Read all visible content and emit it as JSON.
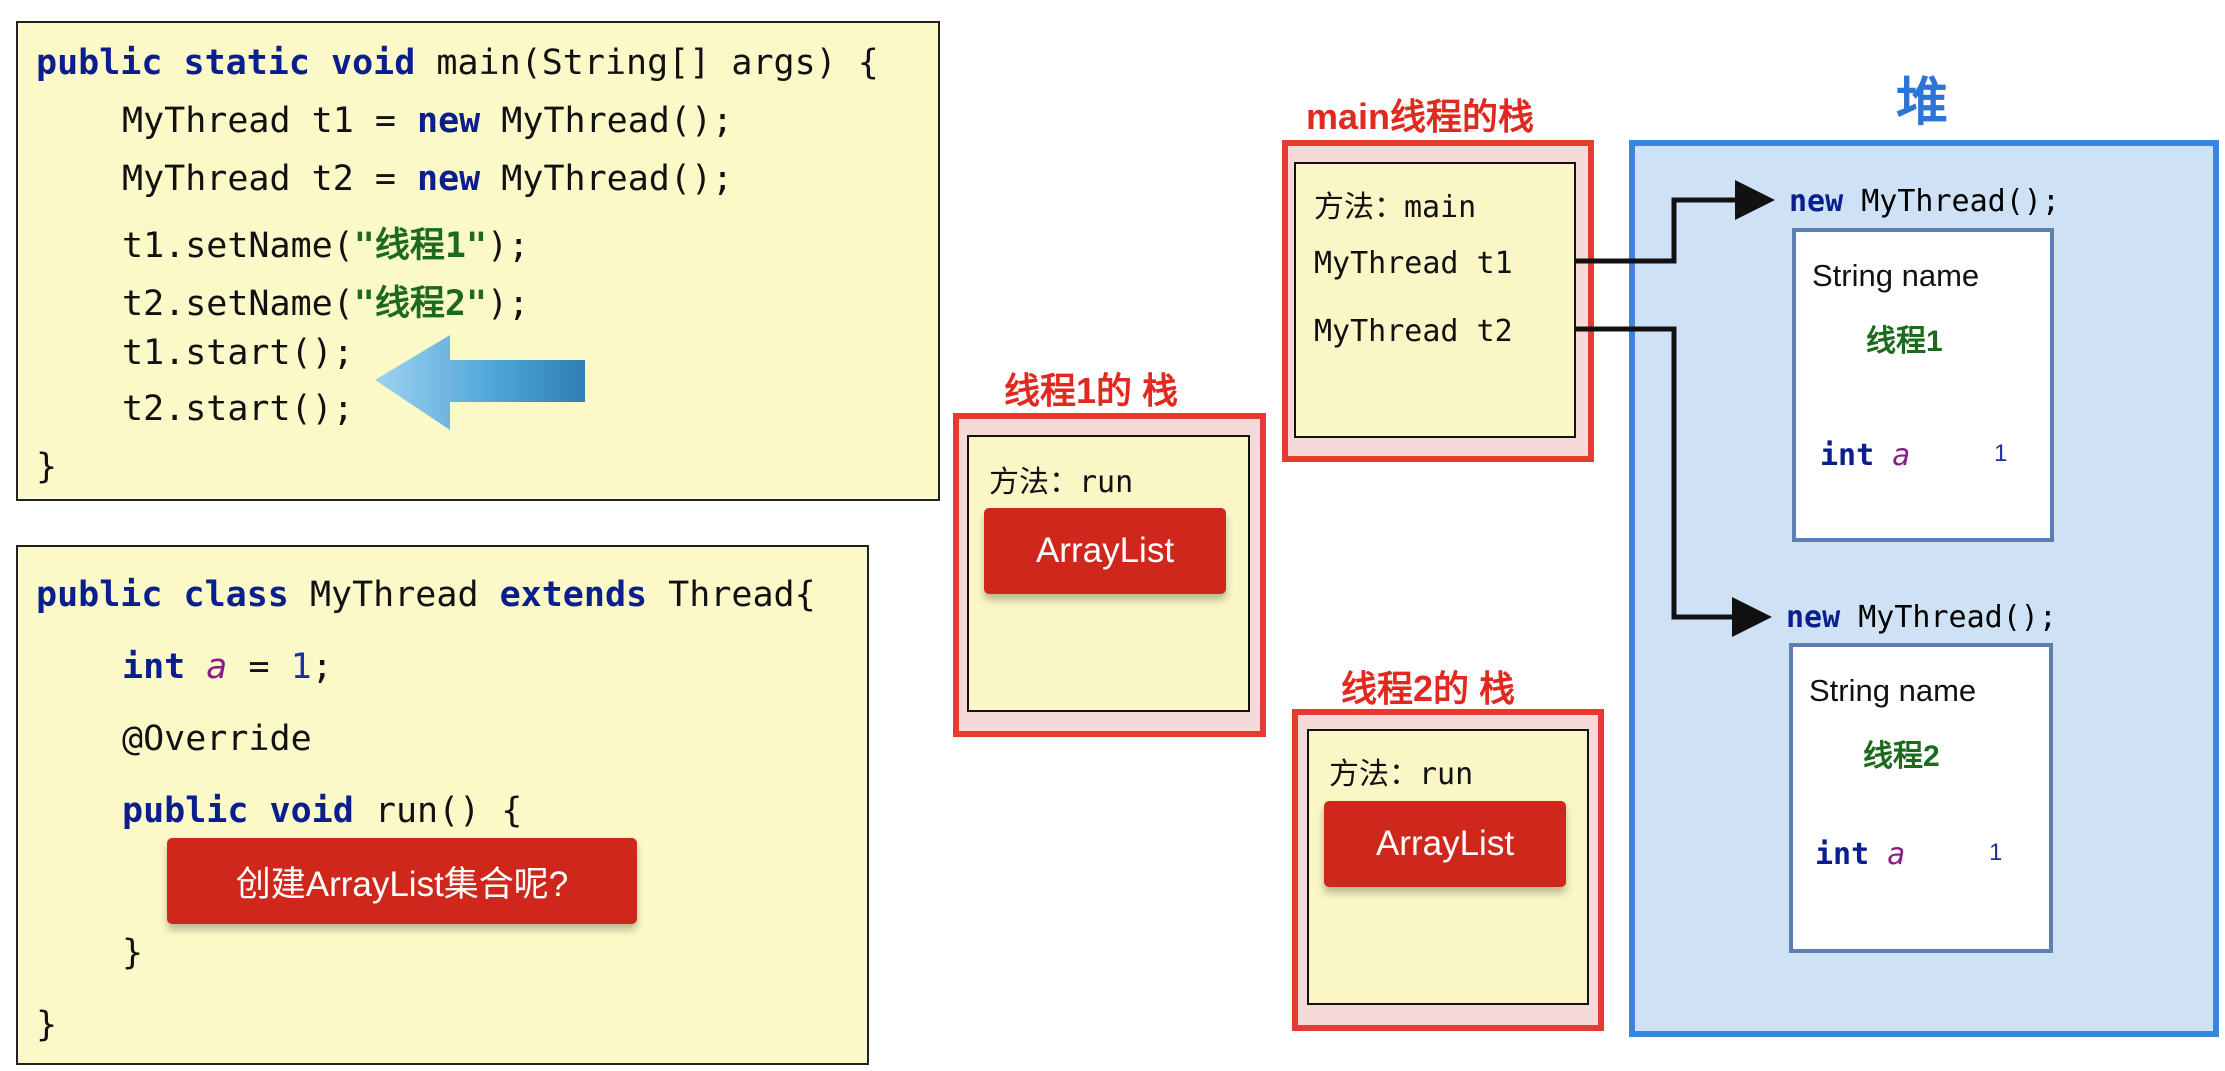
{
  "main_code": {
    "l1": {
      "kw1": "public static void",
      "rest": " main(String[] args) {"
    },
    "l2": {
      "a": "MyThread t1 = ",
      "kw": "new",
      "b": " MyThread();"
    },
    "l3": {
      "a": "MyThread t2 = ",
      "kw": "new",
      "b": " MyThread();"
    },
    "l4": {
      "a": "t1.setName(",
      "s": "\"线程1\"",
      "b": ");"
    },
    "l5": {
      "a": "t2.setName(",
      "s": "\"线程2\"",
      "b": ");"
    },
    "l6": "t1.start();",
    "l7": "t2.start();",
    "l8": "}"
  },
  "class_code": {
    "l1": {
      "kw1": "public class",
      "a": " MyThread ",
      "kw2": "extends",
      "b": " Thread{"
    },
    "l2": {
      "kw": "int",
      "var": "a",
      "eq": " = ",
      "num": "1",
      "end": ";"
    },
    "l3": "@Override",
    "l4": {
      "kw": "public void",
      "rest": " run() {"
    },
    "l5": "}",
    "l6": "}",
    "question": "创建ArrayList集合呢?"
  },
  "main_stack": {
    "title": "main线程的栈",
    "method": "方法：main",
    "var1": "MyThread t1",
    "var2": "MyThread t2"
  },
  "thread1_stack": {
    "title": "线程1的 栈",
    "method": "方法：run",
    "box": "ArrayList"
  },
  "thread2_stack": {
    "title": "线程2的 栈",
    "method": "方法：run",
    "box": "ArrayList"
  },
  "heap": {
    "title": "堆",
    "new_label_kw": "new",
    "new_label_rest": " MyThread();",
    "obj1": {
      "field": "String name",
      "value": "线程1",
      "int_kw": "int",
      "int_var": "a",
      "int_val": "1"
    },
    "obj2": {
      "field": "String name",
      "value": "线程2",
      "int_kw": "int",
      "int_var": "a",
      "int_val": "1"
    }
  },
  "colors": {
    "stack_red": "#e63b31",
    "heap_blue": "#3c84de",
    "code_bg": "#fbf9c8"
  }
}
